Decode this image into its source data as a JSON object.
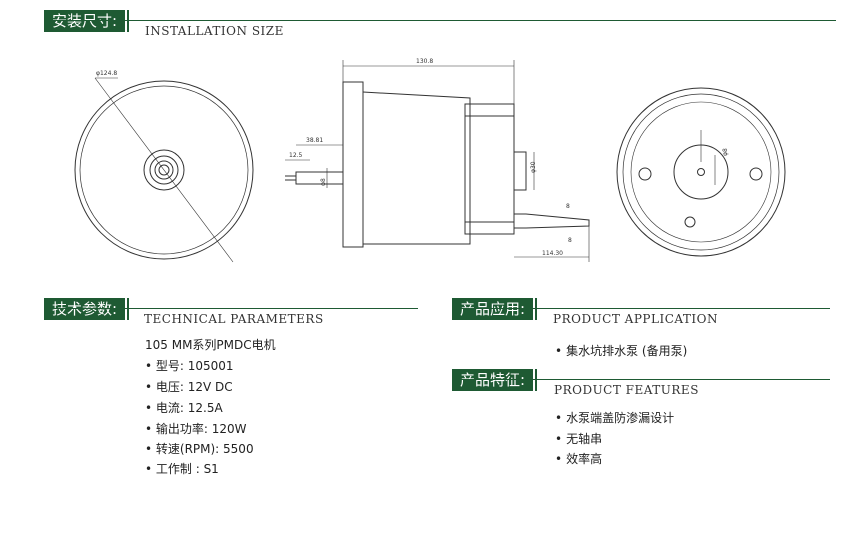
{
  "install": {
    "zh": "安装尺寸:",
    "en": "INSTALLATION SIZE"
  },
  "dims": {
    "front_dia": "φ124.8",
    "length": "130.8",
    "shaft_len": "38.81",
    "shaft_tip": "12.5",
    "shaft_dia": "φ8",
    "side_dia": "φ30",
    "lead": "114.30",
    "lead_a": "8",
    "lead_b": "8",
    "rear_hole": "φ8"
  },
  "tech": {
    "zh": "技术参数:",
    "en": "TECHNICAL PARAMETERS",
    "lines": [
      "105 MM系列PMDC电机",
      "• 型号: 105001",
      "• 电压: 12V DC",
      "• 电流: 12.5A",
      "• 输出功率: 120W",
      "• 转速(RPM): 5500",
      "• 工作制 : S1"
    ]
  },
  "application": {
    "zh": "产品应用:",
    "en": "PRODUCT APPLICATION",
    "items": [
      "集水坑排水泵 (备用泵)"
    ]
  },
  "features": {
    "zh": "产品特征:",
    "en": "PRODUCT FEATURES",
    "items": [
      "水泵端盖防渗漏设计",
      "无轴串",
      "效率高"
    ]
  },
  "colors": {
    "accent": "#1e5a33"
  }
}
